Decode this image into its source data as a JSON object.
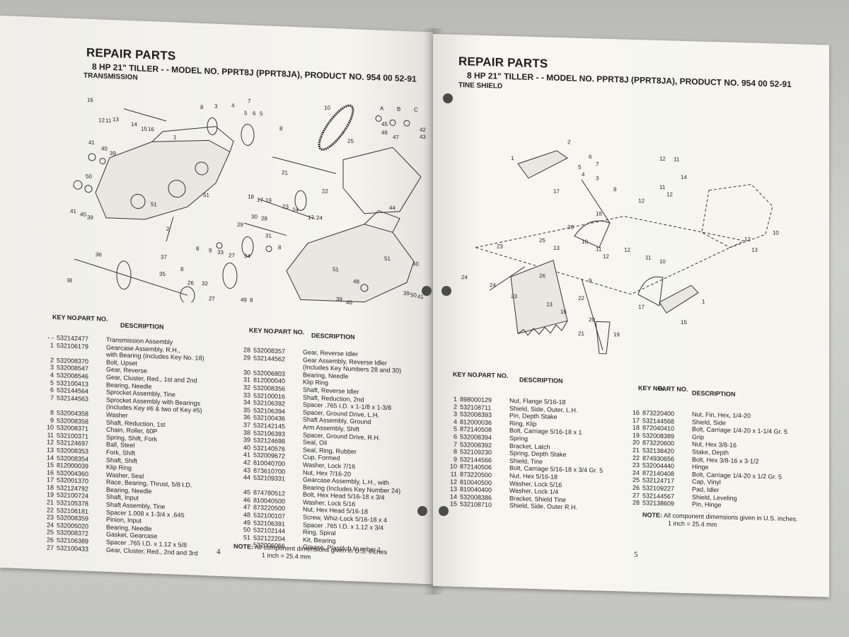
{
  "left_page": {
    "title": "REPAIR PARTS",
    "subtitle": "8 HP 21\" TILLER - - MODEL NO. PPRT8J (PPRT8JA), PRODUCT NO. 954 00 52-91",
    "section": "TRANSMISSION",
    "headers": {
      "key": "KEY NO.",
      "part": "PART NO.",
      "desc": "DESCRIPTION"
    },
    "parts_col1": [
      {
        "key": "- -",
        "part": "532142477",
        "desc": "Transmission Assembly"
      },
      {
        "key": "1",
        "part": "532106179",
        "desc": "Gearcase Assembly, R.H.,"
      },
      {
        "key": "",
        "part": "",
        "desc": "with Bearing (Includes Key No. 18)"
      },
      {
        "key": "2",
        "part": "532008370",
        "desc": "Bolt, Upset"
      },
      {
        "key": "3",
        "part": "532008547",
        "desc": "Gear, Reverse"
      },
      {
        "key": "4",
        "part": "532008546",
        "desc": "Gear, Cluster, Red., 1st and 2nd"
      },
      {
        "key": "5",
        "part": "532100413",
        "desc": "Bearing, Needle"
      },
      {
        "key": "6",
        "part": "532144564",
        "desc": "Sprocket Assembly, Tine"
      },
      {
        "key": "7",
        "part": "532144563",
        "desc": "Sprocket Assembly with Bearings"
      },
      {
        "key": "",
        "part": "",
        "desc": "(Includes Key #6 & two of Key #5)"
      },
      {
        "key": "8",
        "part": "532004358",
        "desc": "Washer"
      },
      {
        "key": "9",
        "part": "532008358",
        "desc": "Shaft, Reduction, 1st"
      },
      {
        "key": "10",
        "part": "532008371",
        "desc": "Chain, Roller, 60P"
      },
      {
        "key": "11",
        "part": "532100371",
        "desc": "Spring, Shift, Fork"
      },
      {
        "key": "12",
        "part": "532124697",
        "desc": "Ball, Steel"
      },
      {
        "key": "13",
        "part": "532008353",
        "desc": "Fork, Shift"
      },
      {
        "key": "14",
        "part": "532008354",
        "desc": "Shaft, Shift"
      },
      {
        "key": "15",
        "part": "812000039",
        "desc": "Klip Ring"
      },
      {
        "key": "16",
        "part": "532004360",
        "desc": "Washer, Seal"
      },
      {
        "key": "17",
        "part": "532001370",
        "desc": "Race, Bearing, Thrust, 5/8 I.D."
      },
      {
        "key": "18",
        "part": "532124792",
        "desc": "Bearing, Needle"
      },
      {
        "key": "19",
        "part": "532100724",
        "desc": "Shaft, Input"
      },
      {
        "key": "21",
        "part": "532105378",
        "desc": "Shaft Assembly, Tine"
      },
      {
        "key": "22",
        "part": "532106181",
        "desc": "Spacer 1.008 x 1-3/4 x .645"
      },
      {
        "key": "23",
        "part": "532008359",
        "desc": "Pinion, Input"
      },
      {
        "key": "24",
        "part": "532005020",
        "desc": "Bearing, Needle"
      },
      {
        "key": "25",
        "part": "532008372",
        "desc": "Gasket, Gearcase"
      },
      {
        "key": "26",
        "part": "532106389",
        "desc": "Spacer .765 I.D. x 1.12 x 5/8"
      },
      {
        "key": "27",
        "part": "532100433",
        "desc": "Gear, Cluster, Red., 2nd and 3rd"
      }
    ],
    "parts_col2": [
      {
        "key": "28",
        "part": "532008357",
        "desc": "Gear, Reverse Idler"
      },
      {
        "key": "29",
        "part": "532144562",
        "desc": "Gear Assembly, Reverse Idler"
      },
      {
        "key": "",
        "part": "",
        "desc": "(Includes Key Numbers 28 and 30)"
      },
      {
        "key": "30",
        "part": "532006803",
        "desc": "Bearing, Needle"
      },
      {
        "key": "31",
        "part": "812000040",
        "desc": "Klip Ring"
      },
      {
        "key": "32",
        "part": "532008356",
        "desc": "Shaft, Reverse Idler"
      },
      {
        "key": "33",
        "part": "532100016",
        "desc": "Shaft, Reduction, 2nd"
      },
      {
        "key": "34",
        "part": "532106392",
        "desc": "Spacer .765 I.D. x 1-1/8 x 1-3/8"
      },
      {
        "key": "35",
        "part": "532106394",
        "desc": "Spacer, Ground Drive, L.H."
      },
      {
        "key": "36",
        "part": "532100436",
        "desc": "Shaft Assembly, Ground"
      },
      {
        "key": "37",
        "part": "532142145",
        "desc": "Arm Assembly, Shift"
      },
      {
        "key": "38",
        "part": "532106393",
        "desc": "Spacer, Ground Drive, R.H."
      },
      {
        "key": "39",
        "part": "532124698",
        "desc": "Seal, Oil"
      },
      {
        "key": "40",
        "part": "532140576",
        "desc": "Seal, Ring, Rubber"
      },
      {
        "key": "41",
        "part": "532009672",
        "desc": "Cup, Formed"
      },
      {
        "key": "42",
        "part": "810040700",
        "desc": "Washer, Lock 7/16"
      },
      {
        "key": "43",
        "part": "873610700",
        "desc": "Nut, Hex 7/16-20"
      },
      {
        "key": "44",
        "part": "532109331",
        "desc": "Gearcase Assembly, L.H., with"
      },
      {
        "key": "",
        "part": "",
        "desc": "Bearing (Includes Key Number 24)"
      },
      {
        "key": "45",
        "part": "874780512",
        "desc": "Bolt, Hex Head 5/16-18 x 3/4"
      },
      {
        "key": "46",
        "part": "810040500",
        "desc": "Washer, Lock 5/16"
      },
      {
        "key": "47",
        "part": "873220500",
        "desc": "Nut, Hex Head 5/16-18"
      },
      {
        "key": "48",
        "part": "532100107",
        "desc": "Screw, Whiz-Lock 5/16-18 x 4"
      },
      {
        "key": "49",
        "part": "532106391",
        "desc": "Spacer .765 I.D. x 1.12 x 3/4"
      },
      {
        "key": "50",
        "part": "532102144",
        "desc": "Ring, Spiral"
      },
      {
        "key": "51",
        "part": "532122204",
        "desc": "Kit, Bearing"
      },
      {
        "key": "- -",
        "part": "532006066",
        "desc": "Grease, Plastilub Number 1"
      }
    ],
    "note_label": "NOTE:",
    "note_text": "All component dimensions given in U.S. inches",
    "note_text2": "1 inch = 25.4 mm",
    "page_number": "4",
    "diagram_labels": [
      "1",
      "2",
      "3",
      "4",
      "5",
      "6",
      "7",
      "8",
      "9",
      "10",
      "11",
      "12",
      "13",
      "14",
      "15",
      "16",
      "17",
      "18",
      "19",
      "21",
      "22",
      "23",
      "24",
      "25",
      "26",
      "27",
      "28",
      "29",
      "30",
      "31",
      "32",
      "33",
      "34",
      "35",
      "36",
      "37",
      "38",
      "39",
      "40",
      "41",
      "43",
      "44",
      "45",
      "46",
      "47",
      "48",
      "49",
      "50",
      "51",
      "A",
      "B",
      "C"
    ]
  },
  "right_page": {
    "title": "REPAIR PARTS",
    "subtitle": "8 HP 21\" TILLER - - MODEL NO. PPRT8J (PPRT8JA), PRODUCT NO. 954 00 52-91",
    "section": "TINE SHIELD",
    "headers": {
      "key": "KEY NO.",
      "part": "PART NO.",
      "desc": "DESCRIPTION"
    },
    "parts_col1": [
      {
        "key": "1",
        "part": "898000129",
        "desc": "Nut, Flange 5/16-18"
      },
      {
        "key": "2",
        "part": "532108711",
        "desc": "Shield, Side, Outer, L.H."
      },
      {
        "key": "3",
        "part": "532008393",
        "desc": "Pin, Depth Stake"
      },
      {
        "key": "4",
        "part": "812000036",
        "desc": "Ring, Klip"
      },
      {
        "key": "5",
        "part": "872140508",
        "desc": "Bolt, Carriage 5/16-18 x 1"
      },
      {
        "key": "6",
        "part": "532008394",
        "desc": "Spring"
      },
      {
        "key": "7",
        "part": "532008392",
        "desc": "Bracket, Latch"
      },
      {
        "key": "8",
        "part": "532109230",
        "desc": "Spring, Depth Stake"
      },
      {
        "key": "9",
        "part": "532144566",
        "desc": "Shield, Tine"
      },
      {
        "key": "10",
        "part": "872140506",
        "desc": "Bolt, Carriage 5/16-18 x 3/4 Gr. 5"
      },
      {
        "key": "11",
        "part": "873220500",
        "desc": "Nut, Hex 5/16-18"
      },
      {
        "key": "12",
        "part": "810040500",
        "desc": "Washer, Lock 5/16"
      },
      {
        "key": "13",
        "part": "810040400",
        "desc": "Washer, Lock 1/4"
      },
      {
        "key": "14",
        "part": "532008386",
        "desc": "Bracket, Shield Tine"
      },
      {
        "key": "15",
        "part": "532108710",
        "desc": "Shield, Side, Outer R.H."
      }
    ],
    "parts_col2": [
      {
        "key": "16",
        "part": "873220400",
        "desc": "Nut, Fin, Hex, 1/4-20"
      },
      {
        "key": "17",
        "part": "532144568",
        "desc": "Shield, Side"
      },
      {
        "key": "18",
        "part": "872040410",
        "desc": "Bolt, Carriage 1/4-20 x 1-1/4 Gr. 5"
      },
      {
        "key": "19",
        "part": "532008389",
        "desc": "Grip"
      },
      {
        "key": "20",
        "part": "873220600",
        "desc": "Nut, Hex 3/8-16"
      },
      {
        "key": "21",
        "part": "532138420",
        "desc": "Stake, Depth"
      },
      {
        "key": "22",
        "part": "874930656",
        "desc": "Bolt, Hex 3/8-16 x 3-1/2"
      },
      {
        "key": "23",
        "part": "532004440",
        "desc": "Hinge"
      },
      {
        "key": "24",
        "part": "872140408",
        "desc": "Bolt, Carriage 1/4-20 x 1/2 Gr. 5"
      },
      {
        "key": "25",
        "part": "532124717",
        "desc": "Cap, Vinyl"
      },
      {
        "key": "26",
        "part": "532109227",
        "desc": "Pad, Idler"
      },
      {
        "key": "27",
        "part": "532144567",
        "desc": "Shield, Leveling"
      },
      {
        "key": "28",
        "part": "532138609",
        "desc": "Pin, Hinge"
      }
    ],
    "note_label": "NOTE:",
    "note_text": "All component dimensions given in U.S. inches.",
    "note_text2": "1 inch = 25.4 mm",
    "page_number": "5",
    "diagram_labels": [
      "1",
      "2",
      "3",
      "4",
      "5",
      "6",
      "7",
      "8",
      "9",
      "10",
      "11",
      "12",
      "13",
      "14",
      "15",
      "16",
      "17",
      "18",
      "19",
      "20",
      "21",
      "22",
      "23",
      "24",
      "25",
      "26",
      "27",
      "28"
    ]
  },
  "colors": {
    "paper": "#f4f3ee",
    "ink": "#1e1e1e",
    "table": "#c9c9c4"
  }
}
